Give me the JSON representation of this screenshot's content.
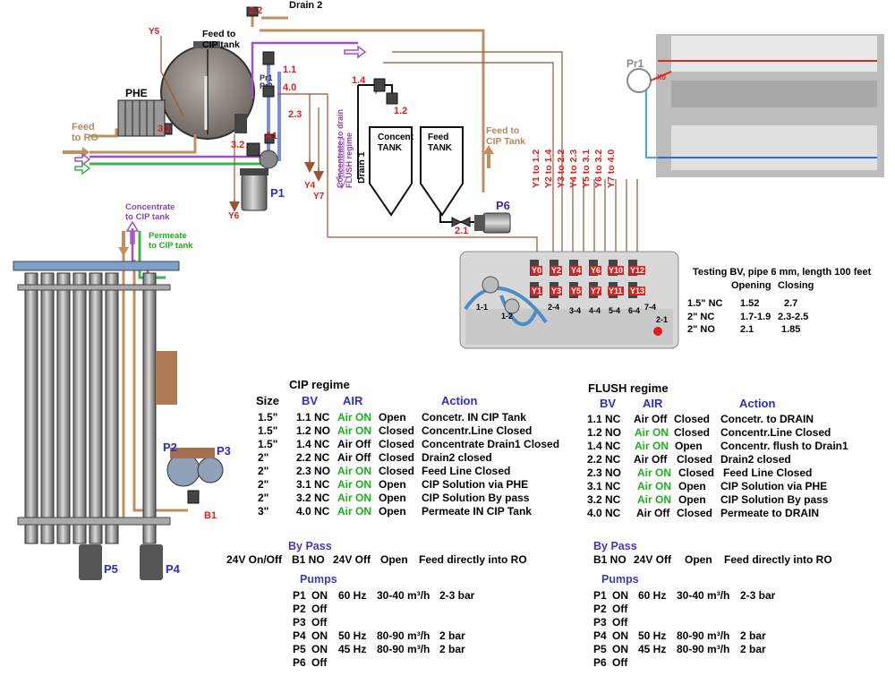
{
  "diagram": {
    "labels": {
      "drain2": "Drain 2",
      "feed_to_cip": "Feed to\nCIP tank",
      "phe": "PHE",
      "feed_to_ro": "Feed\nto RO",
      "concentrate_to_cip": "Concentrate\nto CIP tank",
      "permeate_to_cip": "Permeate\nto CIP tank",
      "concent_tank": "Concent\nTANK",
      "feed_tank": "Feed\nTANK",
      "drain1": "Drain 1",
      "concentrate_to_drain": "Concentrate to drain\nFLUSH regime",
      "feed_to_cip_tank_right": "Feed to\nCIP Tank",
      "pr1_top": "Pr1",
      "pr1": "Pr1",
      "pr2": "Pr2",
      "x0": "X0"
    },
    "valves": {
      "v22": "2.2",
      "v11": "1.1",
      "v40": "4.0",
      "v23": "2.3",
      "v31": "3.1",
      "v32": "3.2",
      "va1": "A1",
      "v14": "1.4",
      "v12": "1.2",
      "v21": "2.1",
      "vb1": "B1"
    },
    "signals": {
      "y5": "Y5",
      "y6": "Y6",
      "y4": "Y4",
      "y7": "Y7"
    },
    "pumps": {
      "p1": "P1",
      "p2": "P2",
      "p3": "P3",
      "p4": "P4",
      "p5": "P5",
      "p6": "P6"
    },
    "y_routing": [
      "Y1 to 1.2",
      "Y2 to 1.4",
      "Y3 to 2.2",
      "Y4 to 2.3",
      "Y5 to 3.1",
      "Y6 to 3.2",
      "Y7 to 4.0"
    ],
    "manifold_top": [
      "Y0",
      "Y2",
      "Y4",
      "Y6",
      "Y10",
      "Y12"
    ],
    "manifold_bottom": [
      "Y1",
      "Y3",
      "Y5",
      "Y7",
      "Y11",
      "Y13"
    ],
    "manifold_ports": [
      "1-1",
      "1-2",
      "2-4",
      "3-4",
      "4-4",
      "5-4",
      "6-4",
      "7-4",
      "2-1"
    ]
  },
  "testing": {
    "title": "Testing BV, pipe 6 mm, length 100 feet",
    "col_open": "Opening",
    "col_close": "Closing",
    "rows": [
      {
        "size": "1.5\" NC",
        "open": "1.52",
        "close": "2.7"
      },
      {
        "size": "2\"  NC",
        "open": "1.7-1.9",
        "close": "2.3-2.5"
      },
      {
        "size": "2\"  NO",
        "open": "2.1",
        "close": "1.85"
      }
    ]
  },
  "cip": {
    "title": "CIP regime",
    "headers": {
      "size": "Size",
      "bv": "BV",
      "air": "AIR",
      "action": "Action"
    },
    "rows": [
      {
        "size": "1.5\"",
        "bv": "1.1  NC",
        "air": "Air ON",
        "state": "Open",
        "action": "Concetr. IN  CIP Tank"
      },
      {
        "size": "1.5\"",
        "bv": "1.2  NO",
        "air": "Air ON",
        "state": "Closed",
        "action": "Concentr.Line Closed"
      },
      {
        "size": "1.5\"",
        "bv": "1.4  NC",
        "air": "Air Off",
        "state": "Closed",
        "action": "Concentrate Drain1 Closed"
      },
      {
        "size": "2\"",
        "bv": "2.2  NC",
        "air": "Air Off",
        "state": "Closed",
        "action": "Drain2  closed"
      },
      {
        "size": "2\"",
        "bv": "2.3  NO",
        "air": "Air ON",
        "state": "Closed",
        "action": "Feed Line Closed"
      },
      {
        "size": "2\"",
        "bv": "3.1  NC",
        "air": "Air ON",
        "state": "Open",
        "action": "CIP Solution via PHE"
      },
      {
        "size": "2\"",
        "bv": "3.2  NC",
        "air": "Air ON",
        "state": "Open",
        "action": "CIP Solution By pass"
      },
      {
        "size": "3\"",
        "bv": "4.0  NC",
        "air": "Air ON",
        "state": "Open",
        "action": "Permeate IN  CIP Tank"
      }
    ],
    "bypass_title": "By Pass",
    "bypass": {
      "size": "24V On/Off",
      "bv": "B1  NO",
      "air": "24V Off",
      "state": "Open",
      "action": "Feed directly into RO"
    },
    "pumps_title": "Pumps",
    "pumps": [
      {
        "p": "P1",
        "state": "ON",
        "freq": "60 Hz",
        "flow": "30-40 m³/h",
        "press": "2-3 bar"
      },
      {
        "p": "P2",
        "state": "Off",
        "freq": "",
        "flow": "",
        "press": ""
      },
      {
        "p": "P3",
        "state": "Off",
        "freq": "",
        "flow": "",
        "press": ""
      },
      {
        "p": "P4",
        "state": "ON",
        "freq": "50 Hz",
        "flow": "80-90 m³/h",
        "press": "2 bar"
      },
      {
        "p": "P5",
        "state": "ON",
        "freq": "45 Hz",
        "flow": "80-90 m³/h",
        "press": "2 bar"
      },
      {
        "p": "P6",
        "state": "Off",
        "freq": "",
        "flow": "",
        "press": ""
      }
    ]
  },
  "flush": {
    "title": "FLUSH regime",
    "headers": {
      "bv": "BV",
      "air": "AIR",
      "action": "Action"
    },
    "rows": [
      {
        "bv": "1.1  NC",
        "air": "Air Off",
        "state": "Closed",
        "action": "Concetr. to DRAIN"
      },
      {
        "bv": "1.2  NO",
        "air": "Air ON",
        "state": "Closed",
        "action": "Concentr.Line Closed"
      },
      {
        "bv": "1.4  NC",
        "air": "Air ON",
        "state": "Open",
        "action": "Concentr. flush to Drain1"
      },
      {
        "bv": "2.2  NC",
        "air": "Air Off",
        "state": "Closed",
        "action": "Drain2  closed"
      },
      {
        "bv": "2.3  NO",
        "air": "Air ON",
        "state": "Closed",
        "action": "Feed Line Closed"
      },
      {
        "bv": "3.1  NC",
        "air": "Air ON",
        "state": "Open",
        "action": "CIP Solution via PHE"
      },
      {
        "bv": "3.2  NC",
        "air": "Air ON",
        "state": "Open",
        "action": "CIP Solution By pass"
      },
      {
        "bv": "4.0  NC",
        "air": "Air Off",
        "state": "Closed",
        "action": "Permeate to DRAIN"
      }
    ],
    "bypass_title": "By Pass",
    "bypass": {
      "bv": "B1  NO",
      "air": "24V Off",
      "state": "Open",
      "action": "Feed directly into RO"
    },
    "pumps_title": "Pumps",
    "pumps": [
      {
        "p": "P1",
        "state": "ON",
        "freq": "60 Hz",
        "flow": "30-40 m³/h",
        "press": "2-3 bar"
      },
      {
        "p": "P2",
        "state": "Off",
        "freq": "",
        "flow": "",
        "press": ""
      },
      {
        "p": "P3",
        "state": "Off",
        "freq": "",
        "flow": "",
        "press": ""
      },
      {
        "p": "P4",
        "state": "ON",
        "freq": "50 Hz",
        "flow": "80-90 m³/h",
        "press": "2 bar"
      },
      {
        "p": "P5",
        "state": "ON",
        "freq": "45 Hz",
        "flow": "80-90 m³/h",
        "press": "2 bar"
      },
      {
        "p": "P6",
        "state": "Off",
        "freq": "",
        "flow": "",
        "press": ""
      }
    ]
  },
  "colors": {
    "brown_pipe": "#c09060",
    "purple_pipe": "#a050c8",
    "green_pipe": "#3cb44b",
    "valve_red": "#e01b1b",
    "heading_blue": "#3d3db5",
    "air_on_green": "#19b019",
    "signal_line": "#a0522d"
  }
}
